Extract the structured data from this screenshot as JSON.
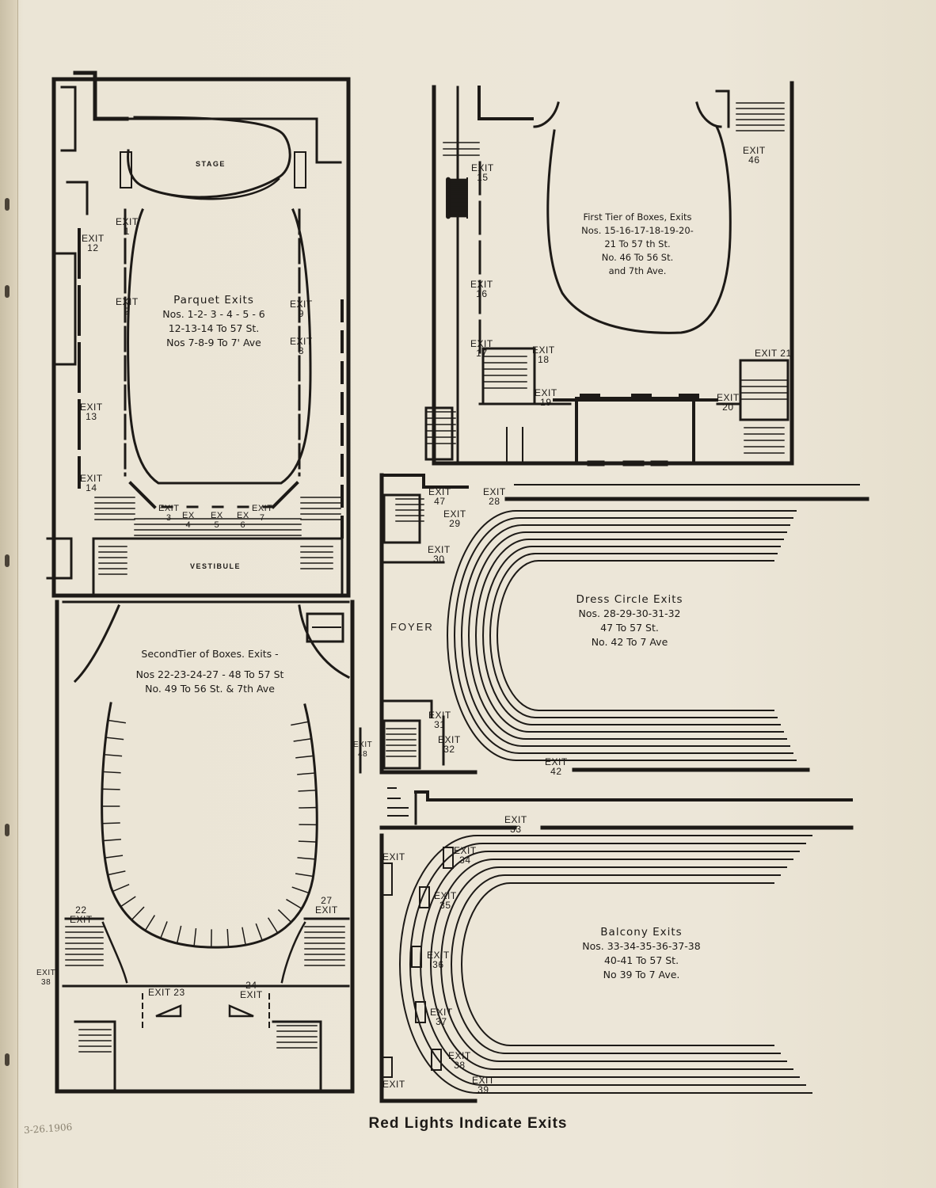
{
  "sections": {
    "parquet": {
      "title": "Parquet Exits",
      "lines": [
        "Nos. 1-2- 3 - 4 - 5 - 6",
        "12-13-14 To 57 St.",
        "Nos 7-8-9 To 7' Ave"
      ]
    },
    "first_tier": {
      "title": "First Tier of Boxes, Exits",
      "lines": [
        "Nos. 15-16-17-18-19-20-",
        "21 To 57 th St.",
        "No. 46 To 56 St.",
        "and 7th Ave."
      ]
    },
    "second_tier": {
      "title": "SecondTier of Boxes. Exits -",
      "lines": [
        "Nos 22-23-24-27 - 48 To 57 St",
        "No. 49 To 56 St. & 7th Ave"
      ]
    },
    "dress_circle": {
      "title": "Dress Circle Exits",
      "lines": [
        "Nos. 28-29-30-31-32",
        "47 To 57 St.",
        "No. 42 To 7 Ave"
      ]
    },
    "balcony": {
      "title": "Balcony Exits",
      "lines": [
        "Nos. 33-34-35-36-37-38",
        "40-41 To 57 St.",
        "No 39 To 7 Ave."
      ]
    }
  },
  "rooms": {
    "stage": "STAGE",
    "vestibule": "VESTIBULE",
    "foyer": "FOYER"
  },
  "exits": {
    "e1": "EXIT\n1",
    "e2": "EXIT\n2",
    "e12": "EXIT\n12",
    "e13": "EXIT\n13",
    "e14": "EXIT\n14",
    "e9": "EXIT\n9",
    "e8": "EXIT\n8",
    "e3": "EXIT\n3",
    "e4": "EX\n4",
    "e5": "EX\n5",
    "e6": "EX\n6",
    "e7": "EXIT\n7",
    "e15": "EXIT\n15",
    "e16": "EXIT\n16",
    "e17": "EXIT\n17",
    "e18": "EXIT\n18",
    "e19": "EXIT\n19",
    "e20": "EXIT\n20",
    "e21": "EXIT 21",
    "e46": "EXIT\n46",
    "e47": "EXIT\n47",
    "e28": "EXIT\n28",
    "e29": "EXIT\n29",
    "e30": "EXIT\n30",
    "e31": "EXIT\n31",
    "e32": "EXIT\n32",
    "e42": "EXIT\n42",
    "e48": "EXIT\n48",
    "e22": "22\nEXIT",
    "e27": "27\nEXIT",
    "e38b": "EXIT\n38",
    "e23": "EXIT 23",
    "e24": "24\nEXIT",
    "e33": "EXIT\n33",
    "e34": "EXIT\n34",
    "e35": "EXIT\n35",
    "e36": "EXIT\n36",
    "e37": "EXIT\n37",
    "e38": "EXIT\n38",
    "e39": "EXIT\n39",
    "ebl1": "EXIT",
    "ebl2": "EXIT"
  },
  "caption": "Red Lights Indicate Exits",
  "pencil_note": "3-26.1906",
  "colors": {
    "ink": "#1d1a17",
    "paper": "#ece6d8"
  }
}
